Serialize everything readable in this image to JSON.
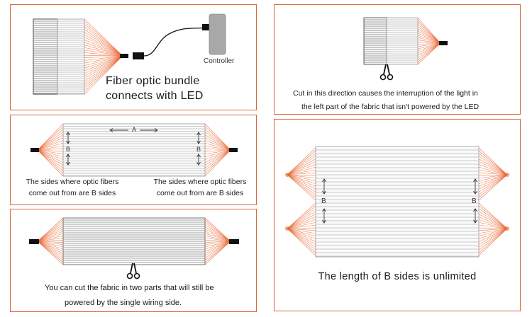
{
  "panels": {
    "p1": {
      "caption_line1": "Fiber optic bundle",
      "caption_line2": "connects with LED",
      "controller_label": "Controller"
    },
    "p2": {
      "caption_line1": "Cut in this direction causes the interruption of the light in",
      "caption_line2": "the left part of the fabric that isn't powered by the LED"
    },
    "p3": {
      "label_a": "A",
      "label_b_left": "B",
      "label_b_right": "B",
      "left_caption_line1": "The sides where optic fibers",
      "left_caption_line2": "come out from are B sides",
      "right_caption_line1": "The sides where optic fibers",
      "right_caption_line2": "come out from are B sides"
    },
    "p4": {
      "caption_line1": "You can cut the fabric in two parts that will still be",
      "caption_line2": "powered by the single wiring side."
    },
    "p5": {
      "label_b_left": "B",
      "label_b_right": "B",
      "caption": "The length of B sides is unlimited"
    }
  },
  "colors": {
    "border": "#d9683a",
    "fiber": "#e8622a",
    "fabric_line": "#9a9a9a",
    "fabric_dark": "#3a3a3a",
    "controller": "#a8a8a8"
  }
}
